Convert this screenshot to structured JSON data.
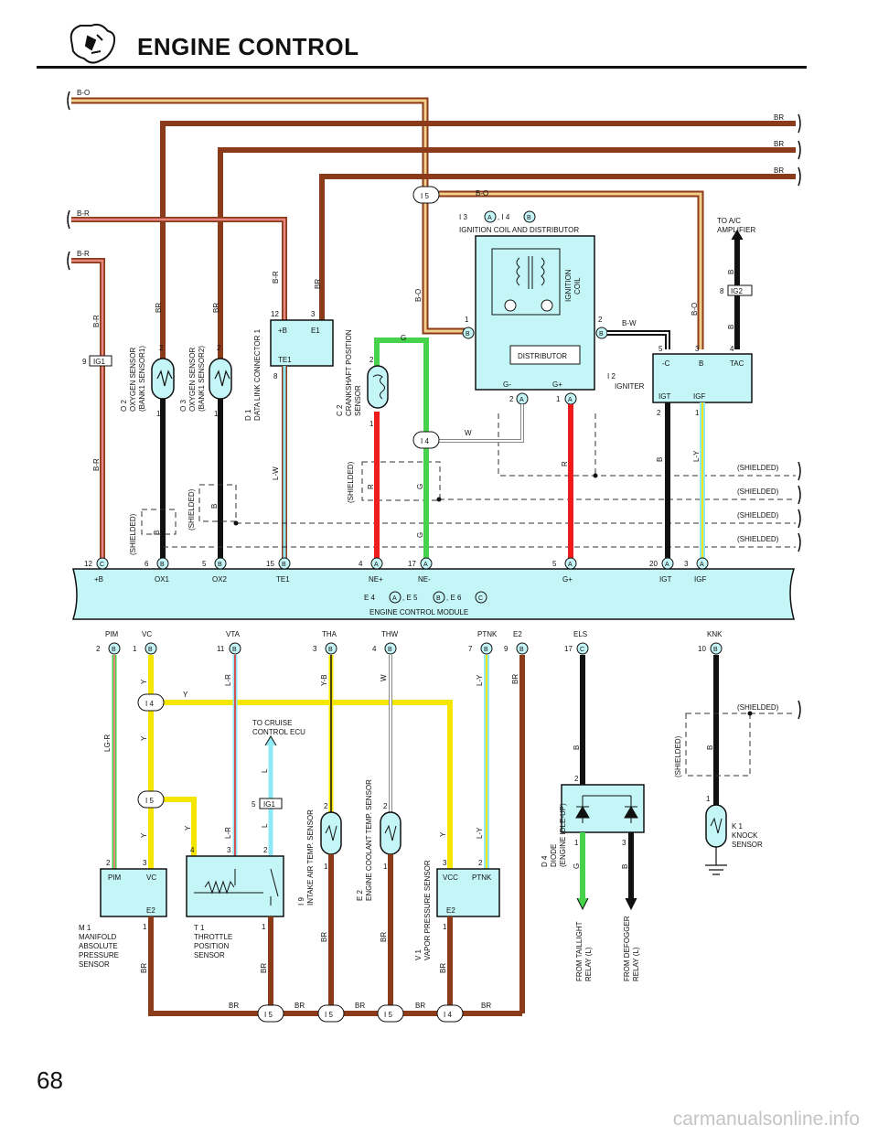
{
  "header": {
    "title": "ENGINE CONTROL",
    "page_number": "68",
    "watermark": "carmanualsonline.info"
  },
  "colors": {
    "BR": "#8B3A1A",
    "BO_bg": "#F2D08A",
    "BR_stripe": "#E88880",
    "L": "#8FE8F5",
    "Y": "#F5E600",
    "G": "#46D24A",
    "R": "#EE1C1C",
    "B": "#111111",
    "ecm": "#C4F6F8",
    "box": "#C4F6F8"
  },
  "wire_labels": {
    "bo": "B-O",
    "br": "BR",
    "brr": "B-R",
    "bw": "B-W",
    "g": "G",
    "r": "R",
    "b": "B",
    "lw": "L-W",
    "ly": "L-Y",
    "w": "W",
    "y": "Y",
    "lgr": "LG-R",
    "lr": "L-R",
    "yb": "Y-B",
    "l": "L",
    "shielded": "(SHIELDED)"
  },
  "labels": {
    "i3i4": "I 3",
    "i4b": ", I 4",
    "ign_title": "IGNITION COIL AND DISTRIBUTOR",
    "ign_coil": "IGNITION",
    "ign_coil2": "COIL",
    "distributor": "DISTRIBUTOR",
    "g_minus": "G-",
    "g_plus": "G+",
    "igniter": "I 2",
    "igniter2": "IGNITER",
    "to_ac": "TO A/C",
    "to_ac2": "AMPLIFIER",
    "o2a": "O 2",
    "o2b": "OXYGEN SENSOR",
    "o2c": "(BANK1 SENSOR1)",
    "o3a": "O 3",
    "o3b": "OXYGEN SENSOR",
    "o3c": "(BANK1 SENSOR2)",
    "d1a": "D 1",
    "d1b": "DATA LINK CONNECTOR 1",
    "c2a": "C 2",
    "c2b": "CRANKSHAFT POSITION",
    "c2c": "SENSOR",
    "ecm_a": "E 4",
    "ecm_b": ", E 5",
    "ecm_c": ", E 6",
    "ecm_name": "ENGINE CONTROL MODULE",
    "to_cruise": "TO CRUISE",
    "to_cruise2": "CONTROL ECU",
    "m1": "M 1",
    "m1b": "MANIFOLD",
    "m1c": "ABSOLUTE",
    "m1d": "PRESSURE",
    "m1e": "SENSOR",
    "t1": "T 1",
    "t1b": "THROTTLE",
    "t1c": "POSITION",
    "t1d": "SENSOR",
    "i9": "I 9",
    "i9b": "INTAKE AIR TEMP. SENSOR",
    "e2": "E 2",
    "e2b": "ENGINE COOLANT TEMP. SENSOR",
    "v1": "V 1",
    "v1b": "VAPOR PRESSURE SENSOR",
    "d4": "D 4",
    "d4b": "DIODE",
    "d4c": "(ENGINE IDLE-UP)",
    "k1": "K 1",
    "k1b": "KNOCK",
    "k1c": "SENSOR",
    "taillight": "FROM TAILLIGHT",
    "taillight2": "RELAY (L)",
    "defogger": "FROM DEFOGGER",
    "defogger2": "RELAY (L)",
    "ig1": "IG1",
    "ig2": "IG2",
    "i5": "I 5",
    "i4": "I 4",
    "tac": "TAC",
    "pb": "+B",
    "e1": "E1",
    "te1": "TE1",
    "c_minus": "-C",
    "b": "B",
    "igt": "IGT",
    "igf": "IGF",
    "pim": "PIM",
    "vc": "VC",
    "e2t": "E2",
    "vcc": "VCC",
    "ptnk": "PTNK"
  },
  "ecm_pins_top": [
    "+B",
    "OX1",
    "OX2",
    "TE1",
    "NE+",
    "NE-",
    "G+",
    "IGT",
    "IGF"
  ],
  "ecm_pins_top_nums": [
    "12",
    "6",
    "5",
    "15",
    "4",
    "17",
    "5",
    "20",
    "3"
  ],
  "ecm_pins_top_conn": [
    "C",
    "B",
    "B",
    "B",
    "A",
    "A",
    "A",
    "A",
    "A"
  ],
  "ecm_pins_bot": [
    "PIM",
    "VC",
    "VTA",
    "THA",
    "THW",
    "PTNK",
    "E2",
    "ELS",
    "KNK"
  ],
  "ecm_pins_bot_nums": [
    "2",
    "1",
    "11",
    "3",
    "4",
    "7",
    "9",
    "17",
    "10"
  ],
  "ecm_pins_bot_conn": [
    "B",
    "B",
    "B",
    "B",
    "B",
    "B",
    "B",
    "C",
    "B"
  ],
  "ground_labels": [
    "BR",
    "BR",
    "BR",
    "BR",
    "BR"
  ],
  "ground_junctions": [
    "I 5",
    "I 5",
    "I 5",
    "I 4"
  ]
}
